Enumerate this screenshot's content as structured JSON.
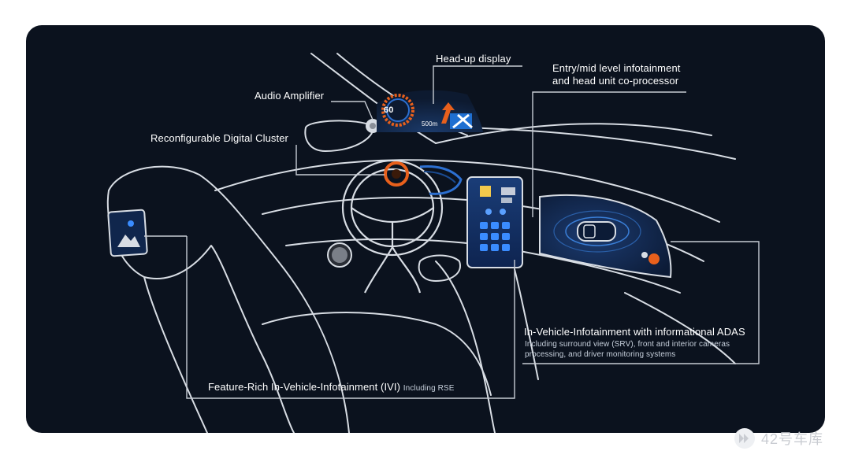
{
  "labels": {
    "head_up_display": "Head-up display",
    "entry_mid_line1": "Entry/mid level infotainment",
    "entry_mid_line2": "and head unit co-processor",
    "audio_amplifier": "Audio Amplifier",
    "digital_cluster": "Reconfigurable Digital Cluster",
    "ivi_adas_title": "In-Vehicle-Infotainment with informational ADAS",
    "ivi_adas_sub1": "Including surround view (SRV), front and interior cameras",
    "ivi_adas_sub2": "processing, and driver monitoring systems",
    "feature_rich_ivi": "Feature-Rich In-Vehicle-Infotainment (IVI)",
    "feature_rich_sub": "Including RSE"
  },
  "hud": {
    "speed": "60",
    "distance": "500m"
  },
  "watermark": {
    "text": "42号车库"
  },
  "colors": {
    "background": "#0b121e",
    "line": "#d8dde4",
    "accent_orange": "#e8601c",
    "accent_blue": "#1f6fd1"
  }
}
